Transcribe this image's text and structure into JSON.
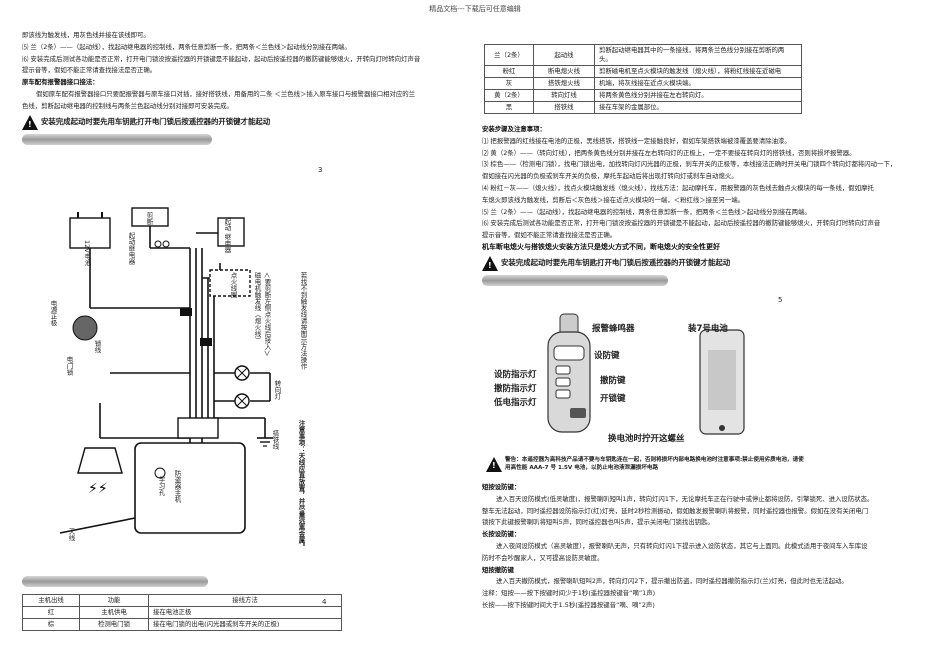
{
  "header": "精品文档---下载后可任意编辑",
  "left": {
    "lines": [
      "即该线为触发线，用灰色线并接在该线即可。",
      "⑸ 兰（2条）——（起动线），找起动继电器的控制线，两条任意剪断一条，把两条＜兰色线＞起动线分别接在两端。",
      "⑹ 安装完成后测试各功能是否正常，打开电门锁没按遥控器的开锁键是不能起动，起动后按遥控器的撤防键能够熄火，开转向灯时转向灯声音",
      "提示音等，假如不能正常请查找接法是否正确。"
    ],
    "subtitle": "原车配有报警器接口接法：",
    "para1": "假如原车配有报警器接口只要配报警器与原车接口对插，接好搭铁线，用备用的二条 ＜兰色线＞插入原车接口与报警器接口相对应的兰",
    "para2": "色线，剪断起动继电器的控制线与两条兰色起动线分别对接即可安装完成。",
    "warning": "安装完成起动时要先用车钥匙打开电门锁后按遥控器的开锁键才能起动",
    "page_num": "3",
    "page_num_bottom": "4"
  },
  "diagram": {
    "labels": {
      "start_relay": "起动继电器",
      "battery": "12V电池",
      "cut": "剪断",
      "ignition_coil": "点火线圈",
      "wind": "起动 继电器",
      "ignition_cut": "磁电机触发线（熄火线）",
      "relay_note": "＜要剪断左侧点火线后接入＞",
      "note_gray": "若找不到触发线请按图示方法操作",
      "door_lock": "电门锁",
      "lock_wire": "锁线",
      "power_positive": "电源正极",
      "turn_lamp": "转向灯",
      "ground": "搭铁线",
      "learn": "学习孔",
      "main_unit": "防盗器主机",
      "antenna": "天线",
      "caution": "注意事项：天线应直放置，并尽量远离金属。"
    }
  },
  "table_left": {
    "headers": [
      "主机出线",
      "功能",
      "接线方法"
    ],
    "rows": [
      [
        "红",
        "主机供电",
        "接在电池正极"
      ],
      [
        "棕",
        "检测电门锁",
        "接在电门锁的出电(闪光器或刹车开关的正极)"
      ]
    ]
  },
  "table_right": {
    "rows": [
      [
        "兰（2条）",
        "起动线",
        "剪断起动继电器其中的一条接线，将两条兰色线分别接在剪断的两头。"
      ],
      [
        "粉红",
        "断电熄火线",
        "剪断磁电机至点火模块的触发线（熄火线），将粉红线接在近磁电"
      ],
      [
        "灰",
        "搭铁熄火线",
        "机端，将灰线接在近点火模块端。"
      ],
      [
        "黄（2条）",
        "转向灯线",
        "将两条黄色线分别并接在左右转向灯。"
      ],
      [
        "黑",
        "搭铁线",
        "接在车架的金属部位。"
      ]
    ]
  },
  "right": {
    "steps_title": "安装步骤及注意事项：",
    "steps": [
      "⑴ 把报警器的红线接在电池的正极，黑线搭铁，搭铁线一定接触良好，假如车架搭铁端被漆覆盖要清除油漆。",
      "⑵ 黄（2条）——（转向灯线），把两条黄色线分别并接在左右转向灯的正极上，一定不要接在转向灯的搭铁线，否则将损坏报警器。",
      "⑶ 棕色——（检测电门锁），找电门锁出电，加找转向灯闪光器的正极，刹车开关的正极等，本线接法正确时开关电门锁四个转向灯都将闪动一下，",
      "假如接在闪光器的负极或刹车开关的负极，摩托车起动后将出现打转向灯或刹车自动熄火。",
      "⑷ 粉红－灰——（熄火线），找点火模块触发线（熄火线），找线方法：起动摩托车，用报警器的灰色线去触点火模块的每一条线，假如摩托",
      "车熄火即该线为触发线，剪断后＜灰色线＞接在近点火模块的一端，＜粉红线＞接至另一端。",
      "⑸ 兰（2条）——（起动线），找起动继电器的控制线，两条任意剪断一条，把两条＜兰色线＞起动线分别接在两端。",
      "⑹ 安装完成后测试各功能是否正常，打开电门锁没按遥控器的开锁键是不能起动，起动后按遥控器的撤防键能够熄火，开转向灯时转向灯声音",
      "提示音等，假如不能正常请查找接法是否正确。"
    ],
    "bold_line": "机车断电熄火与搭铁熄火安装方法只是熄火方式不同，断电熄火的安全性更好",
    "warning": "安装完成起动时要先用车钥匙打开电门锁后按遥控器的开锁键才能起动",
    "page_num": "5",
    "remote": {
      "speaker": "报警蜂鸣器",
      "battery": "装7号电池",
      "arm_btn": "设防键",
      "arm_led": "设防指示灯",
      "disarm_led": "撤防指示灯",
      "low_led": "低电指示灯",
      "disarm_btn": "撤防键",
      "unlock_btn": "开锁键",
      "screw": "换电池时拧开这螺丝"
    },
    "notice": "警告：本遥控器为高科技产品请不要与车钥匙连在一起，否则将损坏内部电路换电池时注意事项:禁止使用劣质电池，请使用高性能 AAA-7 号 1.5V 电池，以防止电池液泄漏损坏电路",
    "short_title": "短按设防键：",
    "short_text1": "进入百天设防模式(低灵敏度)，报警喇叭短叫1声，转向灯闪1下，无论摩托车正在行驶中或停止都将设防，引擎锁死、进入设防状态。",
    "short_text2": "整车无法起动，同时遥控器设防指示灯(红)灯亮，延时2秒检测振动，假如触发报警喇叭将报警，同时遥控器也报警。假如在没有关闭电门",
    "short_text3": "锁按下此键报警喇叭将短叫5声，同时遥控器也叫5声，提示关闭电门锁找出钥匙。",
    "long_title": "长按设防键：",
    "long_text1": "进入夜间设防模式（高灵敏度），报警喇叭无声，只有转向灯闪1下提示进入设防状态，其它与上面同。此模式适用于夜间车入车库设",
    "long_text2": "防时不会吵醒家人，又可提高设防灵敏度。",
    "disarm_title": "短按撤防键",
    "disarm_text1": "进入百天撤防模式，报警喇叭短叫2声，转向灯闪2下，提示撤出防盗，同时遥控器撤防指示灯(兰)灯亮，但此时也无法起动。",
    "note1": "注释：短按——按下按键时间少于1秒(遥控器按键音“嘀”1声)",
    "note2": "长按——按下按键时间大于1.5秒(遥控器按键音“嘀、嘀”2声)"
  }
}
